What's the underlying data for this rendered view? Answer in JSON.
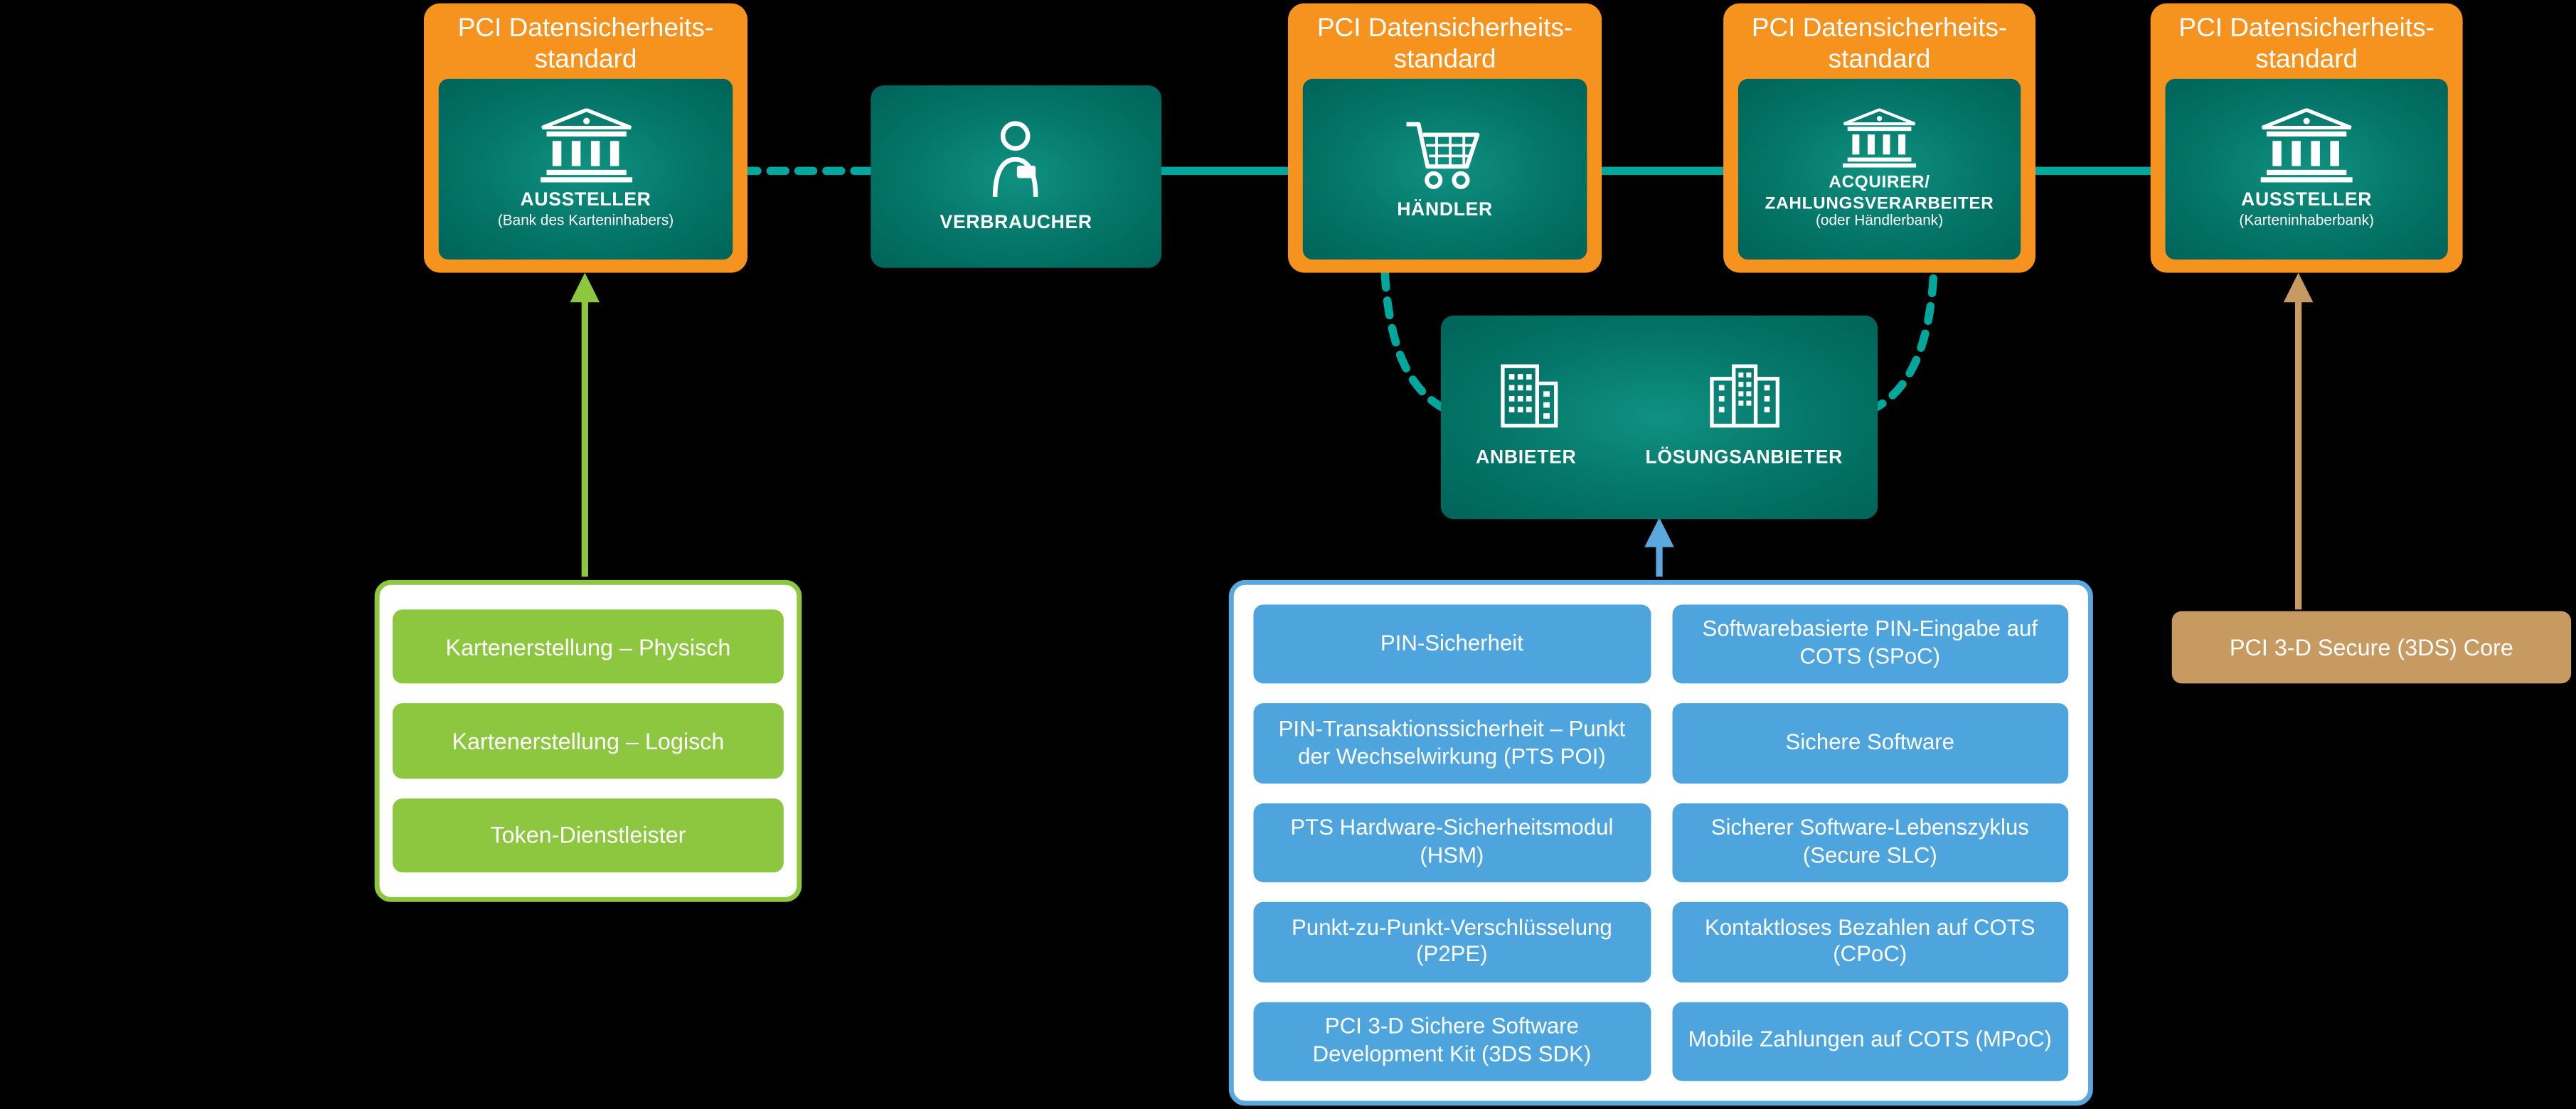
{
  "palette": {
    "orange": "#F6921E",
    "teal_center": "#0F9181",
    "teal_edge": "#00635A",
    "teal_line": "#00A79D",
    "green": "#8DC63F",
    "blue": "#4EA5DE",
    "blue_border": "#5BA8DF",
    "tan": "#C79A61",
    "background": "#000000"
  },
  "nodes": {
    "pci_header": "PCI Datensicherheits-\nstandard",
    "issuer_left": {
      "title": "AUSSTELLER",
      "subtitle": "(Bank des Karteninhabers)"
    },
    "consumer": {
      "title": "VERBRAUCHER"
    },
    "merchant": {
      "title": "HÄNDLER"
    },
    "acquirer": {
      "title": "ACQUIRER/\nZAHLUNGSVERARBEITER",
      "subtitle": "(oder Händlerbank)"
    },
    "issuer_right": {
      "title": "AUSSTELLER",
      "subtitle": "(Karteninhaberbank)"
    },
    "providers": {
      "vendor": "ANBIETER",
      "solution_provider": "LÖSUNGSANBIETER"
    }
  },
  "card_production_group": {
    "items": [
      "Kartenerstellung – Physisch",
      "Kartenerstellung – Logisch",
      "Token-Dienstleister"
    ]
  },
  "standards_group": {
    "left": [
      "PIN-Sicherheit",
      "PIN-Transaktionssicherheit – Punkt der Wechselwirkung (PTS POI)",
      "PTS Hardware-Sicherheitsmodul (HSM)",
      "Punkt-zu-Punkt-Verschlüsselung (P2PE)",
      "PCI 3-D Sichere Software Development Kit (3DS SDK)"
    ],
    "right": [
      "Softwarebasierte PIN-Eingabe auf COTS (SPoC)",
      "Sichere Software",
      "Sicherer Software-Lebenszyklus (Secure SLC)",
      "Kontaktloses Bezahlen auf COTS (CPoC)",
      "Mobile Zahlungen auf COTS (MPoC)"
    ]
  },
  "secure_core": {
    "label": "PCI 3-D Secure (3DS) Core"
  }
}
